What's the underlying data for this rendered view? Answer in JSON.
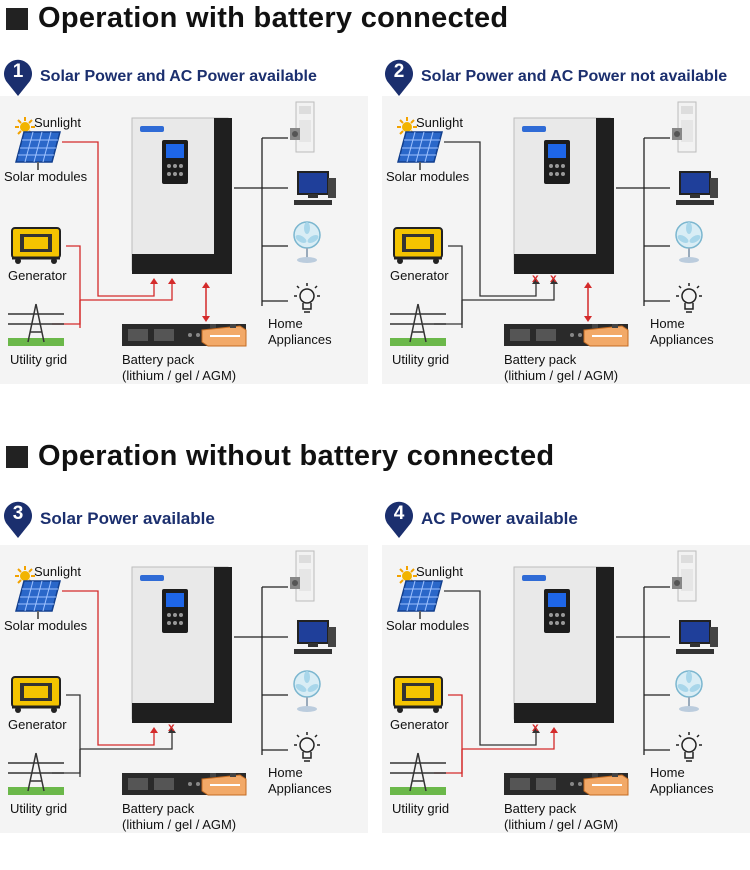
{
  "section1": {
    "title": "Operation with battery connected"
  },
  "section2": {
    "title": "Operation without battery connected"
  },
  "labels": {
    "sunlight": "Sunlight",
    "solar_modules": "Solar modules",
    "generator": "Generator",
    "utility_grid": "Utility grid",
    "battery_line1": "Battery pack",
    "battery_line2": "(lithium / gel / AGM)",
    "home_line1": "Home",
    "home_line2": "Appliances"
  },
  "panels": [
    {
      "number": "1",
      "title": "Solar Power and AC Power available"
    },
    {
      "number": "2",
      "title": "Solar Power and AC Power not available"
    },
    {
      "number": "3",
      "title": "Solar Power available"
    },
    {
      "number": "4",
      "title": "AC Power available"
    }
  ],
  "marks": {
    "cross": "x"
  },
  "colors": {
    "title_blue": "#1b2f6e",
    "active_wire": "#d42a2a",
    "idle_wire": "#333333"
  }
}
